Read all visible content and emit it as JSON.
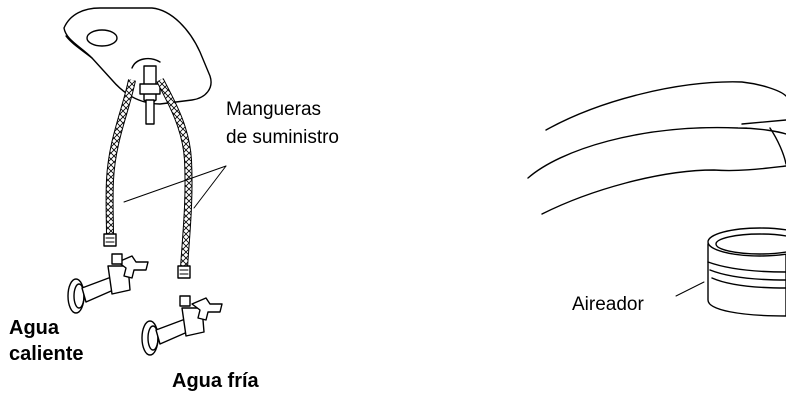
{
  "labels": {
    "supply_hoses_line1": "Mangueras",
    "supply_hoses_line2": "de suministro",
    "hot_water_line1": "Agua",
    "hot_water_line2": "caliente",
    "cold_water": "Agua fría",
    "aerator": "Aireador"
  },
  "colors": {
    "stroke": "#000000",
    "background": "#ffffff"
  }
}
